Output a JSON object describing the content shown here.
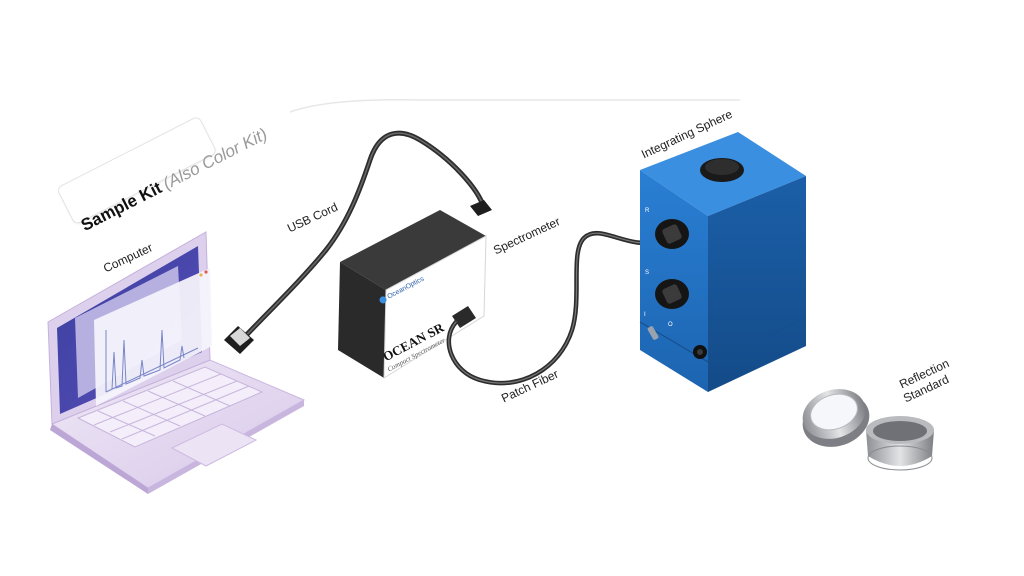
{
  "kit": {
    "title": "Sample Kit",
    "subtitle": "(Also Color Kit)"
  },
  "labels": {
    "computer": "Computer",
    "usb_cord": "USB Cord",
    "spectrometer": "Spectrometer",
    "patch_fiber": "Patch Fiber",
    "integrating_sphere": "Integrating Sphere",
    "reflection_standard_line1": "Reflection",
    "reflection_standard_line2": "Standard"
  },
  "device": {
    "brand": "OceanOptics",
    "model": "OCEAN SR",
    "tagline": "Compact Spectrometer"
  },
  "sphere_ports": {
    "r": "R",
    "s": "S",
    "i": "I",
    "o": "O"
  },
  "colors": {
    "sphere_blue": "#1f6fc0",
    "laptop_lavender": "#e6dcf0",
    "spectrometer_dark": "#2b2b2b",
    "cable": "#3a3a3a"
  }
}
